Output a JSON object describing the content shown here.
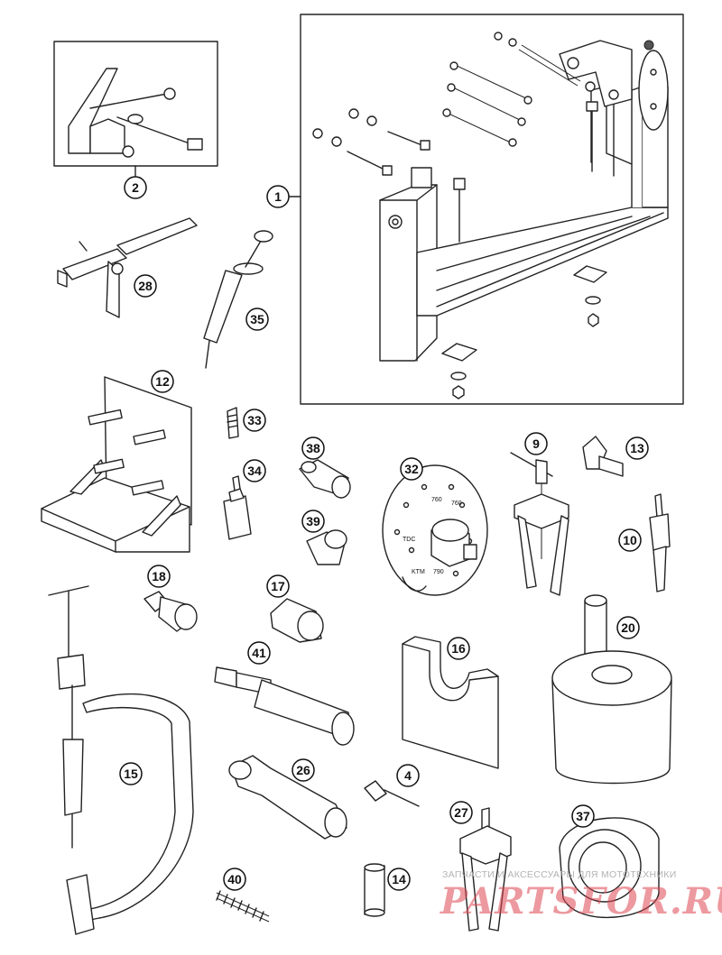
{
  "callouts": [
    {
      "id": "1",
      "label": "1"
    },
    {
      "id": "2",
      "label": "2"
    },
    {
      "id": "28",
      "label": "28"
    },
    {
      "id": "35",
      "label": "35"
    },
    {
      "id": "12",
      "label": "12"
    },
    {
      "id": "33",
      "label": "33"
    },
    {
      "id": "34",
      "label": "34"
    },
    {
      "id": "38",
      "label": "38"
    },
    {
      "id": "39",
      "label": "39"
    },
    {
      "id": "32",
      "label": "32"
    },
    {
      "id": "9",
      "label": "9"
    },
    {
      "id": "13",
      "label": "13"
    },
    {
      "id": "10",
      "label": "10"
    },
    {
      "id": "18",
      "label": "18"
    },
    {
      "id": "17",
      "label": "17"
    },
    {
      "id": "41",
      "label": "41"
    },
    {
      "id": "16",
      "label": "16"
    },
    {
      "id": "20",
      "label": "20"
    },
    {
      "id": "15",
      "label": "15"
    },
    {
      "id": "26",
      "label": "26"
    },
    {
      "id": "4",
      "label": "4"
    },
    {
      "id": "27",
      "label": "27"
    },
    {
      "id": "37",
      "label": "37"
    },
    {
      "id": "40",
      "label": "40"
    },
    {
      "id": "14",
      "label": "14"
    }
  ],
  "plate_32_markings": [
    "TDC",
    "760",
    "760",
    "KTM",
    "790"
  ],
  "watermark": {
    "tagline": "ЗАПЧАСТИ И АКСЕССУАРЫ ДЛЯ МОТОТЕХНИКИ",
    "logo": "PARTSFOR.RU"
  },
  "colors": {
    "line": "#222222",
    "watermark_logo": "#dc4650",
    "watermark_text": "#b3b3b3"
  }
}
